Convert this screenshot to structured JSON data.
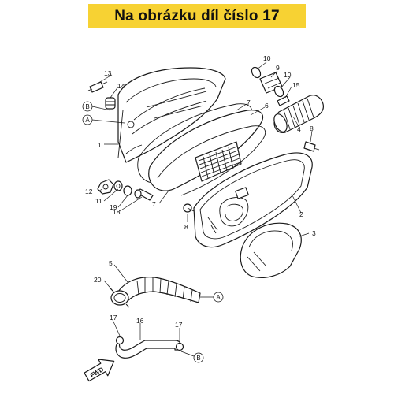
{
  "header": {
    "title": "Na obrázku díl číslo 17",
    "bg_color": "#f7d233"
  },
  "callouts": [
    {
      "id": "c13",
      "text": "13"
    },
    {
      "id": "c14",
      "text": "14"
    },
    {
      "id": "c1",
      "text": "1"
    },
    {
      "id": "c10a",
      "text": "10"
    },
    {
      "id": "c9",
      "text": "9"
    },
    {
      "id": "c10b",
      "text": "10"
    },
    {
      "id": "c15",
      "text": "15"
    },
    {
      "id": "c7a",
      "text": "7"
    },
    {
      "id": "c6",
      "text": "6"
    },
    {
      "id": "c4",
      "text": "4"
    },
    {
      "id": "c8a",
      "text": "8"
    },
    {
      "id": "c12",
      "text": "12"
    },
    {
      "id": "c11",
      "text": "11"
    },
    {
      "id": "c19",
      "text": "19"
    },
    {
      "id": "c18",
      "text": "18"
    },
    {
      "id": "c7b",
      "text": "7"
    },
    {
      "id": "c8b",
      "text": "8"
    },
    {
      "id": "c2",
      "text": "2"
    },
    {
      "id": "c3",
      "text": "3"
    },
    {
      "id": "c5",
      "text": "5"
    },
    {
      "id": "c20",
      "text": "20"
    },
    {
      "id": "c16",
      "text": "16"
    },
    {
      "id": "c17a",
      "text": "17"
    },
    {
      "id": "c17b",
      "text": "17"
    }
  ],
  "refs": [
    {
      "id": "refB1",
      "text": "B"
    },
    {
      "id": "refA1",
      "text": "A"
    },
    {
      "id": "refA2",
      "text": "A"
    },
    {
      "id": "refB2",
      "text": "B"
    }
  ],
  "fwd_label": "FWD"
}
